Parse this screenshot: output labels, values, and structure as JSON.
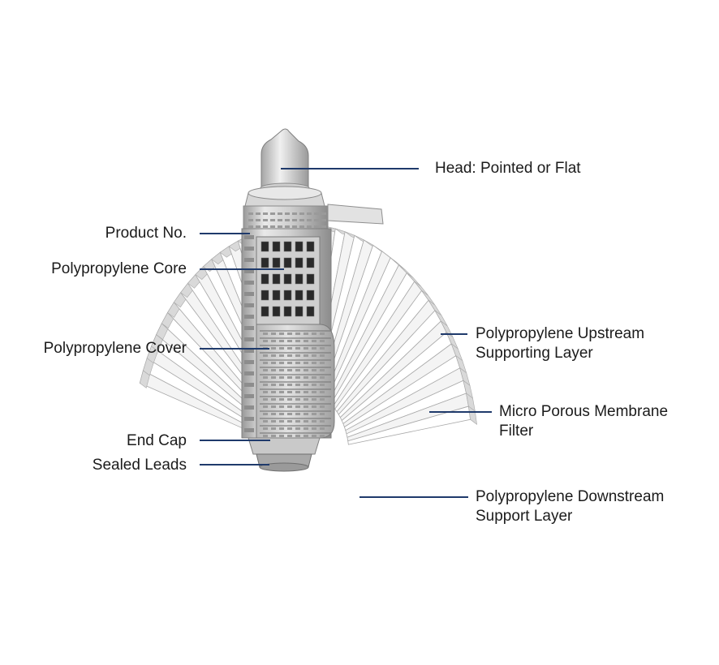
{
  "colors": {
    "leader_line": "#1f3a6b",
    "metal_light": "#e6e6e6",
    "metal_mid": "#bdbdbd",
    "metal_dark": "#8a8a8a",
    "pleat_fill": "#f4f4f4",
    "pleat_edge": "#a9a9a9"
  },
  "labels": {
    "head": "Head: Pointed or Flat",
    "product_no": "Product No.",
    "core": "Polypropylene Core",
    "cover": "Polypropylene Cover",
    "end_cap": "End Cap",
    "sealed_leads": "Sealed Leads",
    "upstream_line1": "Polypropylene Upstream",
    "upstream_line2": "Supporting Layer",
    "membrane_line1": "Micro Porous Membrane",
    "membrane_line2": "Filter",
    "downstream_line1": "Polypropylene Downstream",
    "downstream_line2": "Support Layer"
  }
}
